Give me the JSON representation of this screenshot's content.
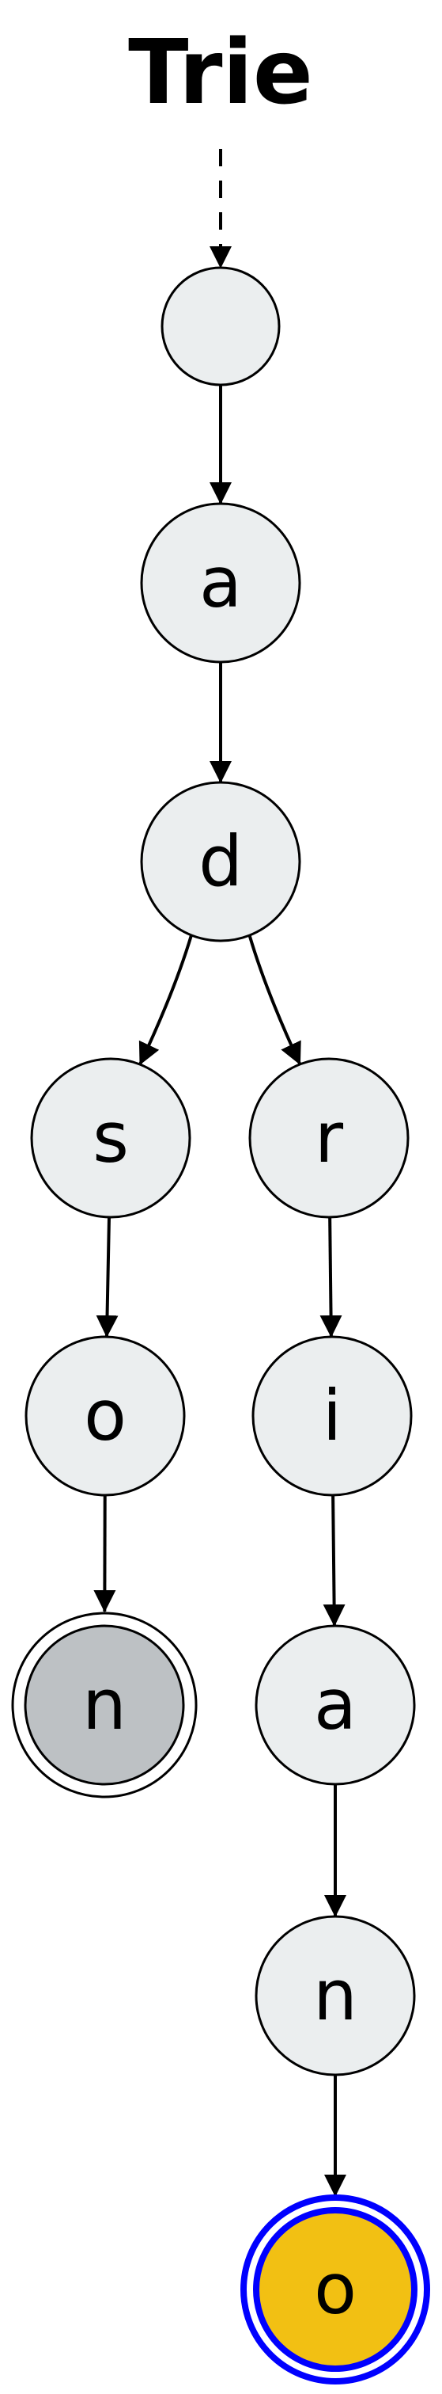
{
  "title": "Trie",
  "colors": {
    "node_fill": "#ebeeef",
    "terminal_fill": "#bdc1c4",
    "highlight_fill": "#f2c013",
    "highlight_stroke": "#0000ff",
    "stroke": "#000000"
  },
  "nodes": [
    {
      "id": "root",
      "label": "",
      "kind": "normal"
    },
    {
      "id": "a1",
      "label": "a",
      "kind": "normal"
    },
    {
      "id": "d",
      "label": "d",
      "kind": "normal"
    },
    {
      "id": "s",
      "label": "s",
      "kind": "normal"
    },
    {
      "id": "r",
      "label": "r",
      "kind": "normal"
    },
    {
      "id": "o1",
      "label": "o",
      "kind": "normal"
    },
    {
      "id": "i",
      "label": "i",
      "kind": "normal"
    },
    {
      "id": "n1",
      "label": "n",
      "kind": "terminal"
    },
    {
      "id": "a2",
      "label": "a",
      "kind": "normal"
    },
    {
      "id": "n2",
      "label": "n",
      "kind": "normal"
    },
    {
      "id": "o2",
      "label": "o",
      "kind": "highlight"
    }
  ],
  "edges": [
    {
      "from": "title",
      "to": "root",
      "style": "dashed"
    },
    {
      "from": "root",
      "to": "a1",
      "style": "solid"
    },
    {
      "from": "a1",
      "to": "d",
      "style": "solid"
    },
    {
      "from": "d",
      "to": "s",
      "style": "solid"
    },
    {
      "from": "d",
      "to": "r",
      "style": "solid"
    },
    {
      "from": "s",
      "to": "o1",
      "style": "solid"
    },
    {
      "from": "r",
      "to": "i",
      "style": "solid"
    },
    {
      "from": "o1",
      "to": "n1",
      "style": "solid"
    },
    {
      "from": "i",
      "to": "a2",
      "style": "solid"
    },
    {
      "from": "a2",
      "to": "n2",
      "style": "solid"
    },
    {
      "from": "n2",
      "to": "o2",
      "style": "solid"
    }
  ]
}
